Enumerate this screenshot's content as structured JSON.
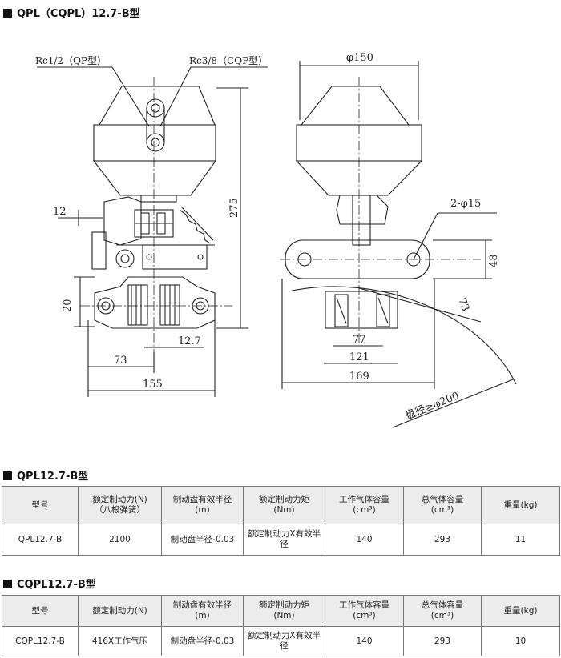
{
  "page_title": "QPL（CQPL）12.7-B型",
  "drawing": {
    "labels": {
      "rc_qp": "Rc1/2（QP型）",
      "rc_cqp": "Rc3/8（CQP型）",
      "phi150": "φ150",
      "dim_12": "12",
      "dim_275": "275",
      "holes": "2-φ15",
      "dim_48": "48",
      "dim_20": "20",
      "dim_73_right": "73",
      "dim_12_7": "12.7",
      "dim_77": "77",
      "dim_73_left": "73",
      "dim_121": "121",
      "dim_155": "155",
      "dim_169": "169",
      "disc_note": "盘径≥φ200"
    }
  },
  "tables": [
    {
      "heading": "QPL12.7-B型",
      "headers": [
        [
          "型号",
          ""
        ],
        [
          "额定制动力(N)",
          "（八根弹簧）"
        ],
        [
          "制动盘有效半径",
          "(m)"
        ],
        [
          "额定制动力矩",
          "(Nm)"
        ],
        [
          "工作气体容量",
          "(cm³)"
        ],
        [
          "总气体容量",
          "(cm³)"
        ],
        [
          "重量(kg)",
          ""
        ]
      ],
      "row": [
        "QPL12.7-B",
        "2100",
        "制动盘半径-0.03",
        "额定制动力X有效半径",
        "140",
        "293",
        "11"
      ]
    },
    {
      "heading": "CQPL12.7-B型",
      "headers": [
        [
          "型号",
          ""
        ],
        [
          "额定制动力(N)",
          ""
        ],
        [
          "制动盘有效半径",
          "(m)"
        ],
        [
          "额定制动力矩",
          "(Nm)"
        ],
        [
          "工作气体容量",
          "(cm³)"
        ],
        [
          "总气体容量",
          "(cm³)"
        ],
        [
          "重量(kg)",
          ""
        ]
      ],
      "row": [
        "CQPL12.7-B",
        "416X工作气压",
        "制动盘半径-0.03",
        "额定制动力X有效半径",
        "140",
        "293",
        "10"
      ]
    }
  ]
}
